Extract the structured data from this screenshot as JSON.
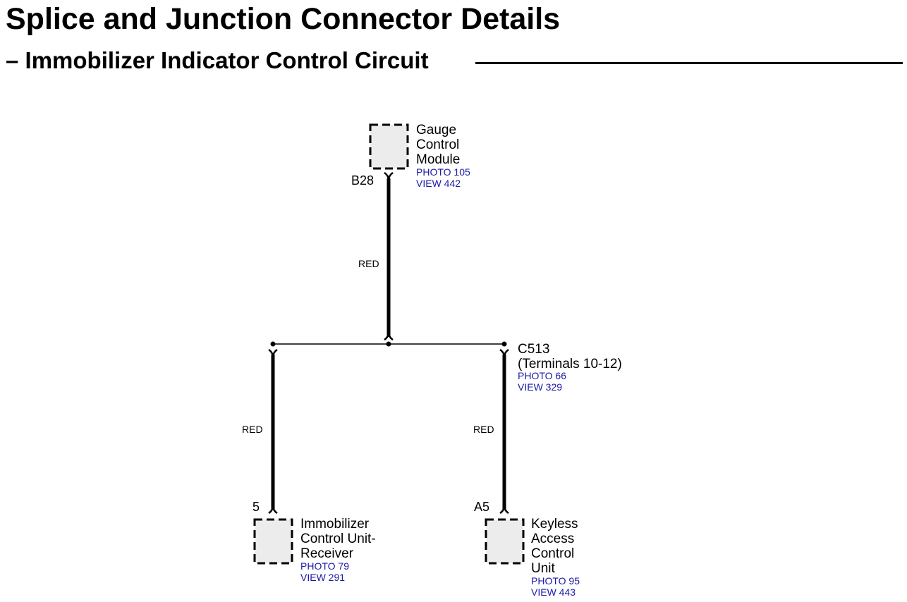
{
  "title": "Splice and Junction Connector Details",
  "subtitle": "– Immobilizer Indicator Control Circuit",
  "components": {
    "gauge": {
      "lines": [
        "Gauge",
        "Control",
        "Module"
      ],
      "photo": "PHOTO 105",
      "view": "VIEW 442",
      "pin": "B28"
    },
    "junction": {
      "name": "C513",
      "terminals": "(Terminals 10-12)",
      "photo": "PHOTO 66",
      "view": "VIEW 329"
    },
    "immobilizer": {
      "lines": [
        "Immobilizer",
        "Control Unit-",
        "Receiver"
      ],
      "photo": "PHOTO 79",
      "view": "VIEW 291",
      "pin": "5"
    },
    "keyless": {
      "lines": [
        "Keyless",
        "Access",
        "Control",
        "Unit"
      ],
      "photo": "PHOTO 95",
      "view": "VIEW 443",
      "pin": "A5"
    }
  },
  "wires": {
    "gauge_to_junction": "RED",
    "junction_to_immobilizer": "RED",
    "junction_to_keyless": "RED"
  },
  "colors": {
    "line": "#000000",
    "module_fill": "#ececec",
    "reference_text": "#1a1aa6"
  }
}
